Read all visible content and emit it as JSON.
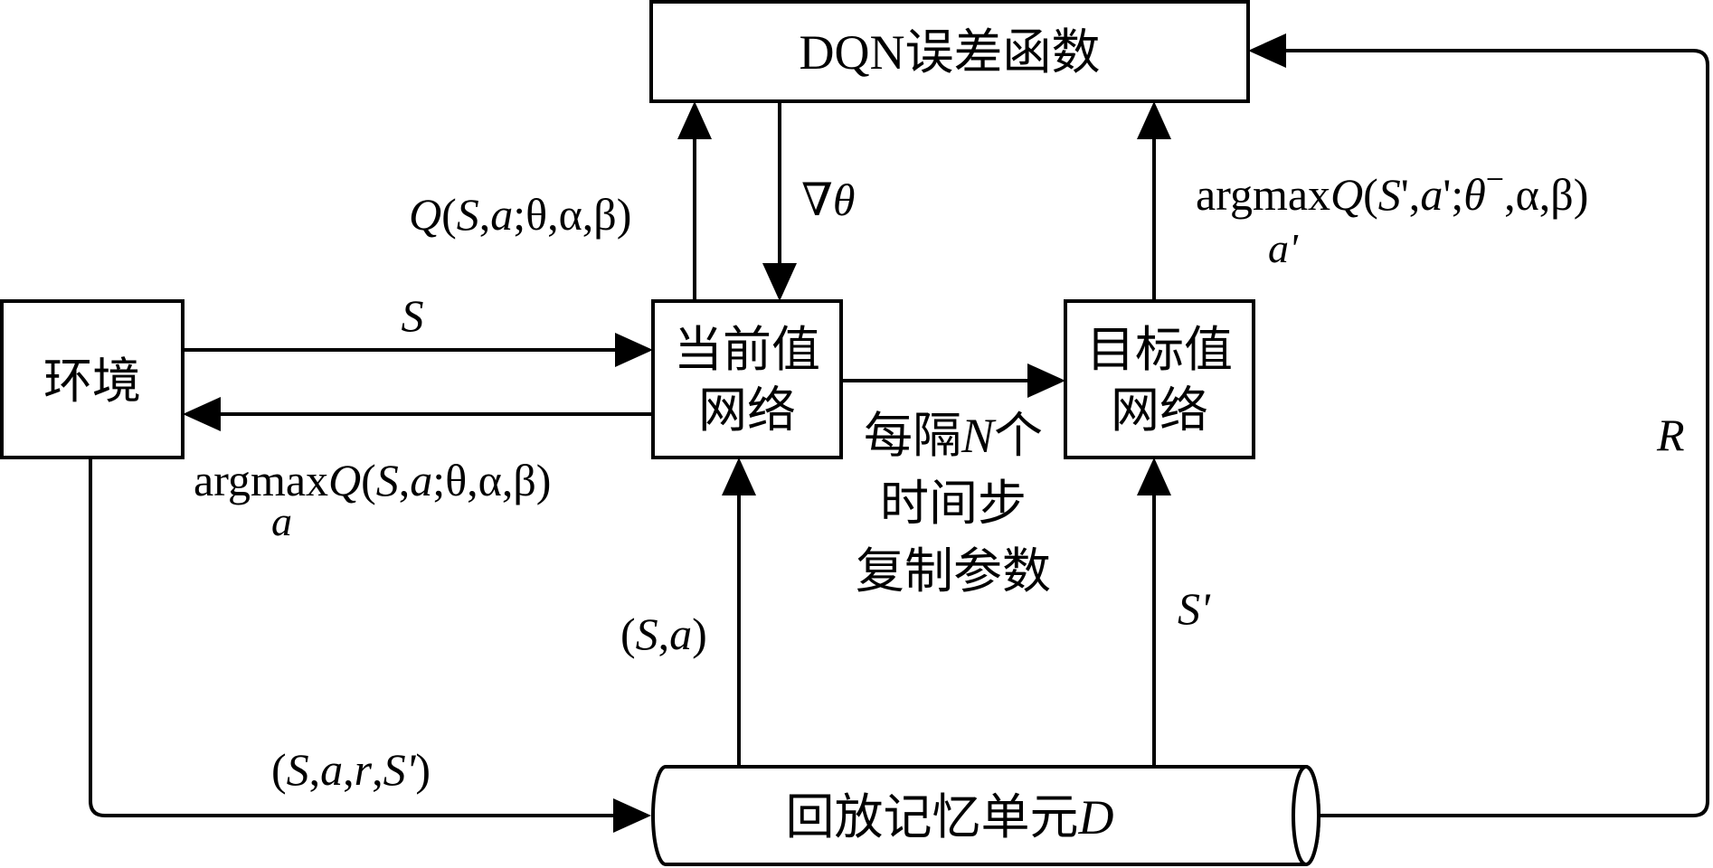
{
  "nodes": {
    "dqn_loss": "DQN误差函数",
    "environment": "环境",
    "current_net_line1": "当前值",
    "current_net_line2": "网络",
    "target_net_line1": "目标值",
    "target_net_line2": "网络",
    "replay_memory_text": "回放记忆单元",
    "replay_memory_symbol": "D"
  },
  "edges": {
    "state": "S",
    "greedy_action_op": "argmax",
    "greedy_action_q": "Q",
    "greedy_action_args_open": "(",
    "greedy_action_args_s": "S",
    "greedy_action_args_comma1": ",",
    "greedy_action_args_a": "a",
    "greedy_action_args_rest": ";θ,α,β)",
    "greedy_action_sub": "a",
    "q_value_q": "Q",
    "q_value_open": "(",
    "q_value_s": "S",
    "q_value_comma1": ",",
    "q_value_a": "a",
    "q_value_rest": ";θ,α,β)",
    "gradient_nabla": "∇",
    "gradient_theta": "θ",
    "target_op": "argmax",
    "target_q": "Q",
    "target_open": "(",
    "target_s": "S",
    "target_mid1": "',",
    "target_a": "a",
    "target_mid2": "';",
    "target_theta": "θ",
    "target_minus": "−",
    "target_rest": ",α,β)",
    "target_sub": "a'",
    "copy_line1_a": "每隔",
    "copy_line1_n": "N",
    "copy_line1_b": "个",
    "copy_line2": "时间步",
    "copy_line3": "复制参数",
    "sample_open": "(",
    "sample_s": "S",
    "sample_comma": ",",
    "sample_a": "a",
    "sample_close": ")",
    "next_state": "S'",
    "transition_open": "(",
    "transition_s": "S",
    "transition_c1": ",",
    "transition_a": "a",
    "transition_c2": ",",
    "transition_r": "r",
    "transition_c3": ",",
    "transition_s2": "S'",
    "transition_close": ")",
    "reward": "R"
  }
}
